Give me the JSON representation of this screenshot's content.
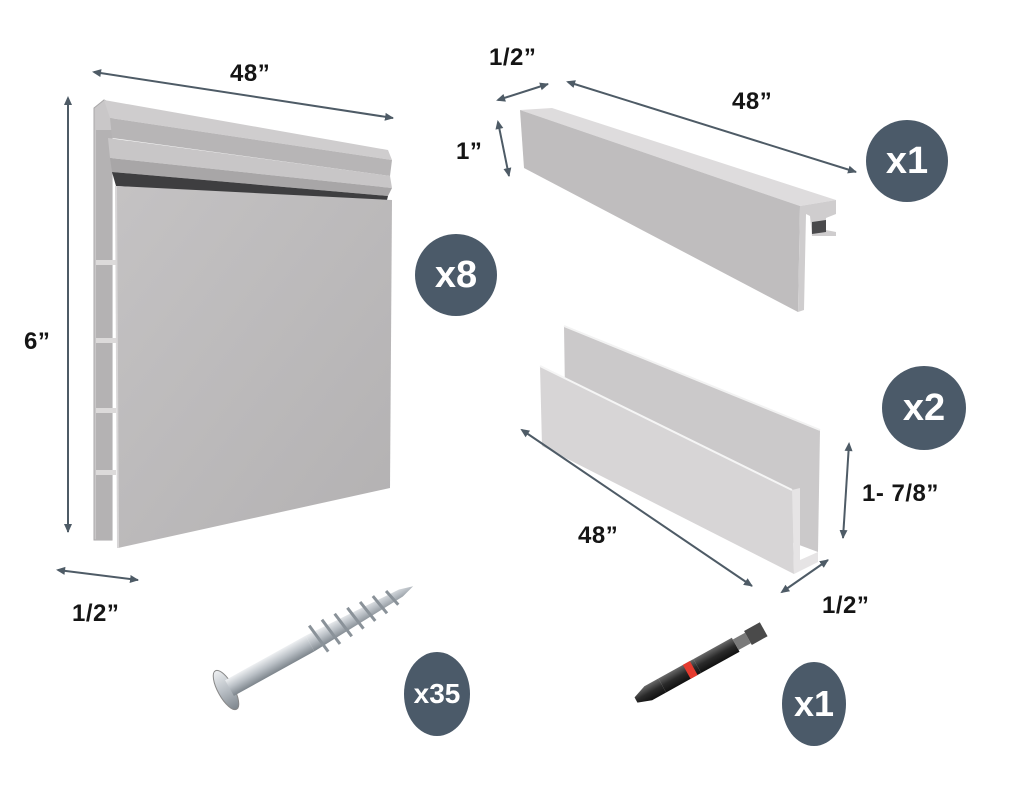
{
  "colors": {
    "badge_bg": "#4b5a69",
    "badge_text": "#ffffff",
    "arrow": "#4e5b66",
    "label": "#151515",
    "panel_gray": "#b9b7b8",
    "accent_red": "#e43a2e"
  },
  "items": [
    {
      "name": "slatwall-panel",
      "quantity_label": "x8",
      "dimensions": {
        "length": "48”",
        "height": "6”",
        "depth": "1/2”"
      }
    },
    {
      "name": "top-trim",
      "quantity_label": "x1",
      "dimensions": {
        "depth": "1/2”",
        "height": "1”",
        "length": "48”"
      }
    },
    {
      "name": "j-channel-trim",
      "quantity_label": "x2",
      "dimensions": {
        "length": "48”",
        "height": "1- 7/8”",
        "depth": "1/2”"
      }
    },
    {
      "name": "screws",
      "quantity_label": "x35"
    },
    {
      "name": "driver-bit",
      "quantity_label": "x1"
    }
  ]
}
